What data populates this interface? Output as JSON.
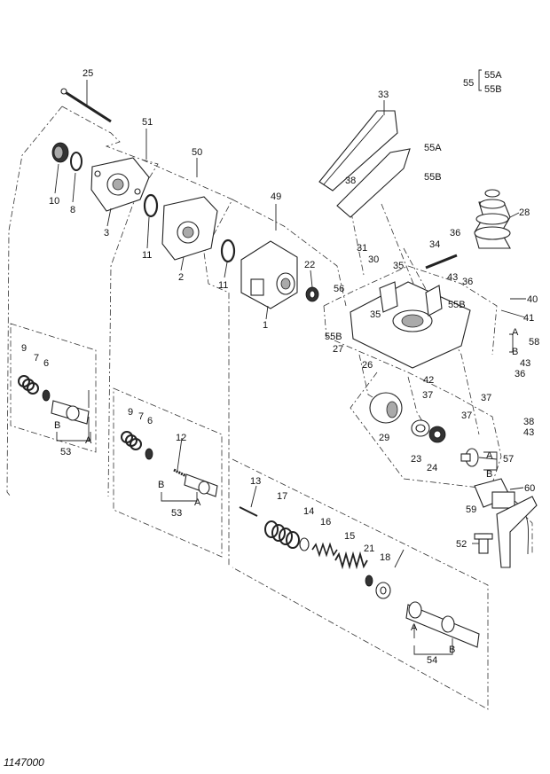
{
  "diagram_id": "1147000",
  "legend": {
    "ref": "55",
    "items": [
      "55A",
      "55B"
    ]
  },
  "labels": [
    {
      "name": "label-25",
      "text": "25"
    },
    {
      "name": "label-51",
      "text": "51"
    },
    {
      "name": "label-50",
      "text": "50"
    },
    {
      "name": "label-49",
      "text": "49"
    },
    {
      "name": "label-33",
      "text": "33"
    },
    {
      "name": "label-55a-top",
      "text": "55A"
    },
    {
      "name": "label-55b-top",
      "text": "55B"
    },
    {
      "name": "label-38-top",
      "text": "38"
    },
    {
      "name": "label-28",
      "text": "28"
    },
    {
      "name": "label-10",
      "text": "10"
    },
    {
      "name": "label-8",
      "text": "8"
    },
    {
      "name": "label-3",
      "text": "3"
    },
    {
      "name": "label-11a",
      "text": "11"
    },
    {
      "name": "label-2",
      "text": "2"
    },
    {
      "name": "label-11b",
      "text": "11"
    },
    {
      "name": "label-22",
      "text": "22"
    },
    {
      "name": "label-1",
      "text": "1"
    },
    {
      "name": "label-31",
      "text": "31"
    },
    {
      "name": "label-30",
      "text": "30"
    },
    {
      "name": "label-34",
      "text": "34"
    },
    {
      "name": "label-36a",
      "text": "36"
    },
    {
      "name": "label-35a",
      "text": "35"
    },
    {
      "name": "label-43a",
      "text": "43"
    },
    {
      "name": "label-36b",
      "text": "36"
    },
    {
      "name": "label-56",
      "text": "56"
    },
    {
      "name": "label-55b-mid",
      "text": "55B"
    },
    {
      "name": "label-40",
      "text": "40"
    },
    {
      "name": "label-35b",
      "text": "35"
    },
    {
      "name": "label-41",
      "text": "41"
    },
    {
      "name": "label-55b-left",
      "text": "55B"
    },
    {
      "name": "label-27",
      "text": "27"
    },
    {
      "name": "label-a-58",
      "text": "A"
    },
    {
      "name": "label-58",
      "text": "58"
    },
    {
      "name": "label-b-58",
      "text": "B"
    },
    {
      "name": "label-26",
      "text": "26"
    },
    {
      "name": "label-43b",
      "text": "43"
    },
    {
      "name": "label-36c",
      "text": "36"
    },
    {
      "name": "label-42",
      "text": "42"
    },
    {
      "name": "label-37a",
      "text": "37"
    },
    {
      "name": "label-37b",
      "text": "37"
    },
    {
      "name": "label-37c",
      "text": "37"
    },
    {
      "name": "label-29",
      "text": "29"
    },
    {
      "name": "label-38b",
      "text": "38"
    },
    {
      "name": "label-43c",
      "text": "43"
    },
    {
      "name": "label-23",
      "text": "23"
    },
    {
      "name": "label-24",
      "text": "24"
    },
    {
      "name": "label-a-57",
      "text": "A"
    },
    {
      "name": "label-57",
      "text": "57"
    },
    {
      "name": "label-b-57",
      "text": "B"
    },
    {
      "name": "label-60",
      "text": "60"
    },
    {
      "name": "label-59",
      "text": "59"
    },
    {
      "name": "label-52",
      "text": "52"
    },
    {
      "name": "label-9a",
      "text": "9"
    },
    {
      "name": "label-7a",
      "text": "7"
    },
    {
      "name": "label-6a",
      "text": "6"
    },
    {
      "name": "label-b-53a",
      "text": "B"
    },
    {
      "name": "label-a-53a",
      "text": "A"
    },
    {
      "name": "label-53a",
      "text": "53"
    },
    {
      "name": "label-9b",
      "text": "9"
    },
    {
      "name": "label-7b",
      "text": "7"
    },
    {
      "name": "label-6b",
      "text": "6"
    },
    {
      "name": "label-12",
      "text": "12"
    },
    {
      "name": "label-b-53b",
      "text": "B"
    },
    {
      "name": "label-a-53b",
      "text": "A"
    },
    {
      "name": "label-53b",
      "text": "53"
    },
    {
      "name": "label-13",
      "text": "13"
    },
    {
      "name": "label-17",
      "text": "17"
    },
    {
      "name": "label-14",
      "text": "14"
    },
    {
      "name": "label-16",
      "text": "16"
    },
    {
      "name": "label-15",
      "text": "15"
    },
    {
      "name": "label-21",
      "text": "21"
    },
    {
      "name": "label-18",
      "text": "18"
    },
    {
      "name": "label-a-54",
      "text": "A"
    },
    {
      "name": "label-b-54",
      "text": "B"
    },
    {
      "name": "label-54",
      "text": "54"
    }
  ]
}
